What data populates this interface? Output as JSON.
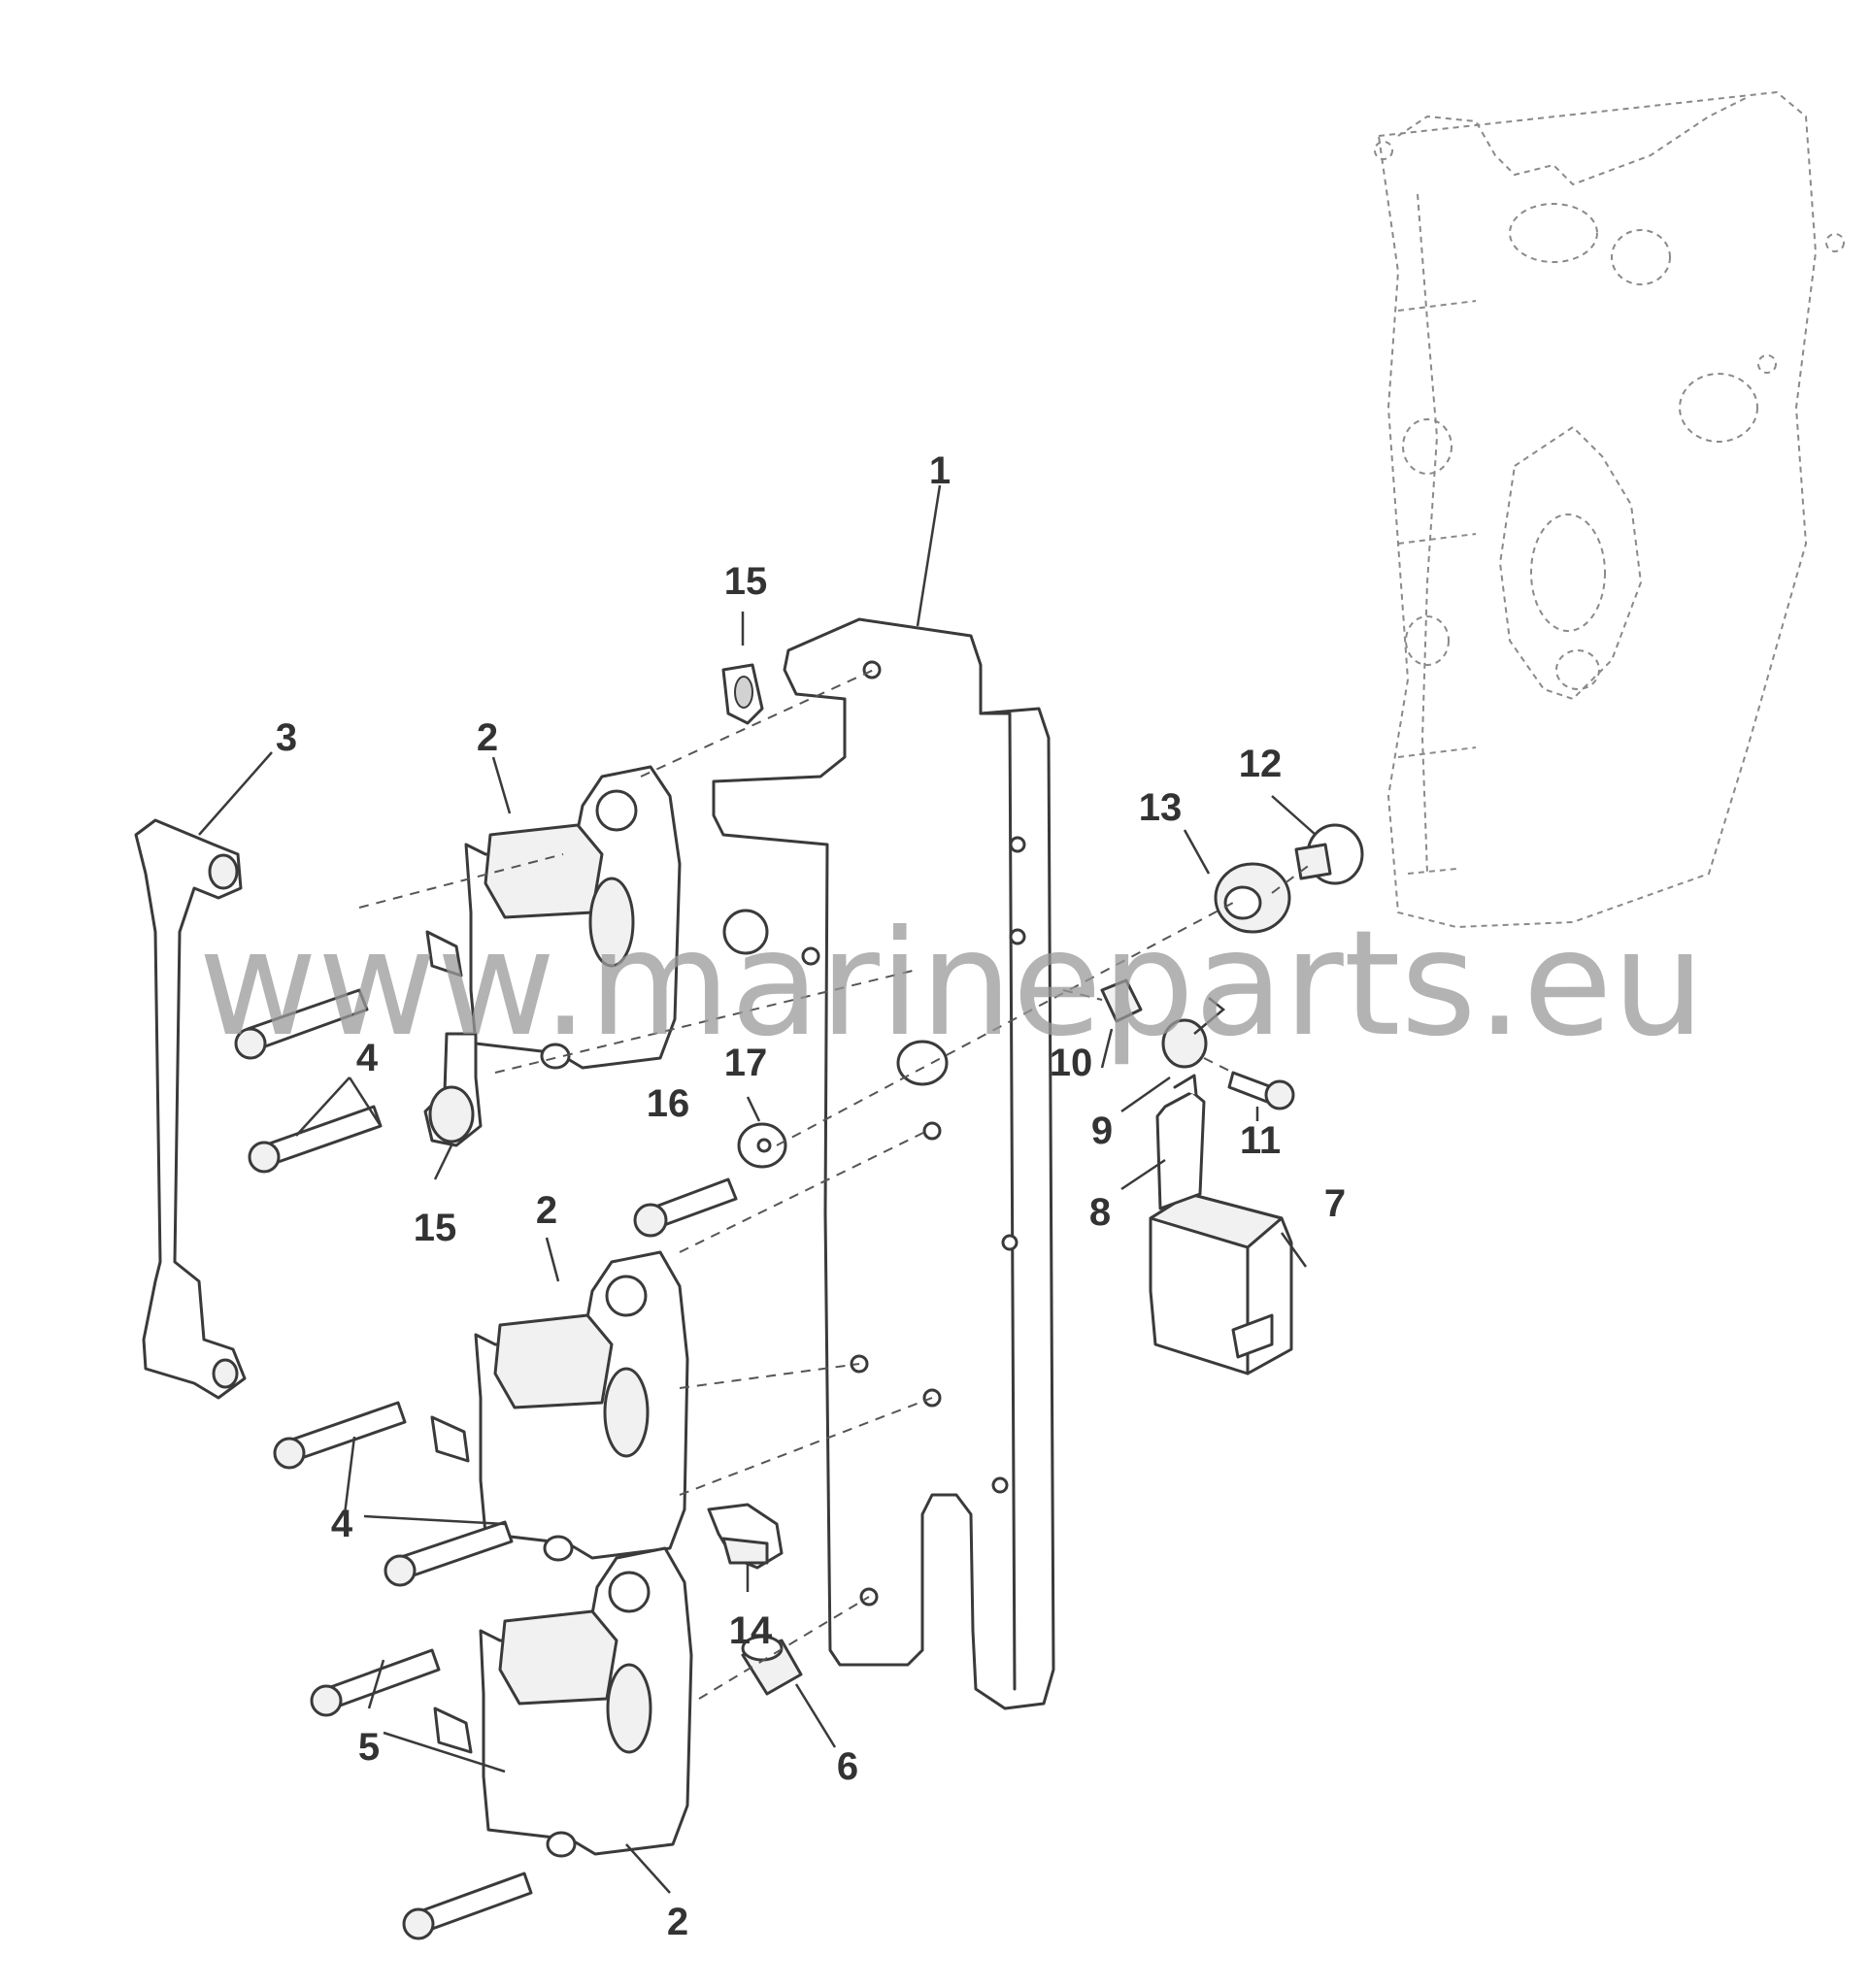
{
  "watermark": "www.marineparts.eu",
  "callouts": {
    "c1": "1",
    "c2a": "2",
    "c2b": "2",
    "c2c": "2",
    "c3": "3",
    "c4a": "4",
    "c4b": "4",
    "c5": "5",
    "c6": "6",
    "c7": "7",
    "c8": "8",
    "c9": "9",
    "c10": "10",
    "c11": "11",
    "c12": "12",
    "c13": "13",
    "c14": "14",
    "c15a": "15",
    "c15b": "15",
    "c16": "16",
    "c17": "17"
  },
  "colors": {
    "line": "#3a3a3a",
    "watermark": "#9a9a9a"
  }
}
